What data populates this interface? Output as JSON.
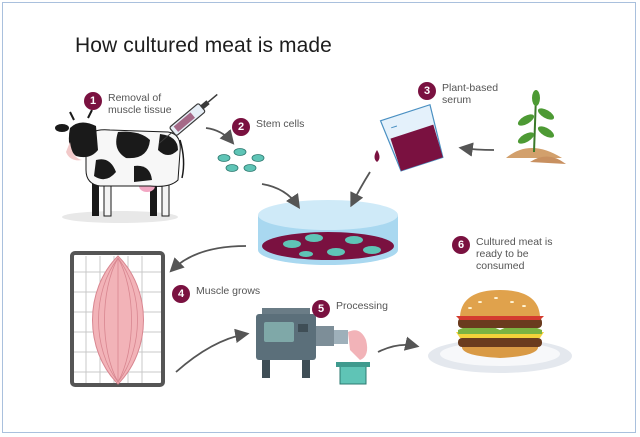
{
  "title": "How cultured meat is made",
  "steps": [
    {
      "number": "1",
      "label": "Removal of\nmuscle tissue"
    },
    {
      "number": "2",
      "label": "Stem cells"
    },
    {
      "number": "3",
      "label": "Plant-based\nserum"
    },
    {
      "number": "4",
      "label": "Muscle grows"
    },
    {
      "number": "5",
      "label": "Processing"
    },
    {
      "number": "6",
      "label": "Cultured meat is\nready to be\nconsumed"
    }
  ],
  "colors": {
    "badge": "#7a1140",
    "arrow": "#555555",
    "dish": "#a9d8f0",
    "serum": "#7a1140",
    "muscle": "#f2b3b8"
  }
}
